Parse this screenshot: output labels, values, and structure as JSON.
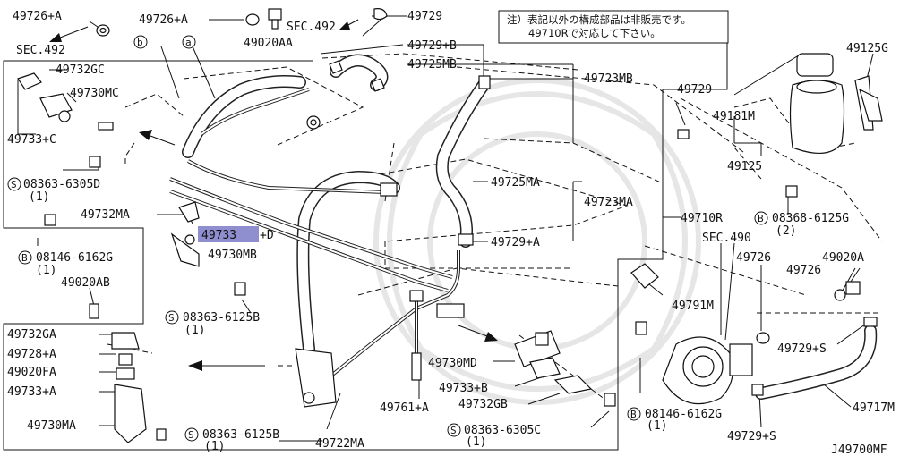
{
  "note": {
    "line1": "注）表記以外の構成部品は非販売です。",
    "line2": "49710Rで対応して下さい。"
  },
  "diagram_id": "J49700MF",
  "callouts": {
    "c_49726A_1": "49726+A",
    "c_sec492_1": "SEC.492",
    "c_49726A_2": "49726+A",
    "c_49020AA": "49020AA",
    "c_sec492_2": "SEC.492",
    "c_49729": "49729",
    "c_b": "b",
    "c_a": "a",
    "c_49729B": "49729+B",
    "c_49725MB": "49725MB",
    "c_49723MB": "49723MB",
    "c_49732GC": "49732GC",
    "c_49730MC": "49730MC",
    "c_49733C": "49733+C",
    "c_08363_6305D": "08363-6305D",
    "c_08363_6305D_q": "(1)",
    "c_49732MA": "49732MA",
    "c_49733D_code": "49733",
    "c_49733D_suffix": "+D",
    "c_49730MB": "49730MB",
    "c_08146_6162G_1": "08146-6162G",
    "c_08146_6162G_1_q": "(1)",
    "c_49020AB": "49020AB",
    "c_08363_6125B_1": "08363-6125B",
    "c_08363_6125B_1_q": "(1)",
    "c_49732GA": "49732GA",
    "c_49728A": "49728+A",
    "c_49020FA": "49020FA",
    "c_49733A": "49733+A",
    "c_49730MA": "49730MA",
    "c_08363_6125B_2": "08363-6125B",
    "c_08363_6125B_2_q": "(1)",
    "c_49722MA": "49722MA",
    "c_49761A": "49761+A",
    "c_49730MD": "49730MD",
    "c_49733B": "49733+B",
    "c_49732GB": "49732GB",
    "c_08363_6305C": "08363-6305C",
    "c_08363_6305C_q": "(1)",
    "c_49725MA": "49725MA",
    "c_49723MA": "49723MA",
    "c_49729A": "49729+A",
    "c_49710R": "49710R",
    "c_sec490": "SEC.490",
    "c_49729_r": "49729",
    "c_49181M": "49181M",
    "c_49125": "49125",
    "c_49125G": "49125G",
    "c_08368_6125G": "08368-6125G",
    "c_08368_6125G_q": "(2)",
    "c_49726": "49726",
    "c_49726_2": "49726",
    "c_49020A": "49020A",
    "c_49791M": "49791M",
    "c_49729S_1": "49729+S",
    "c_49717M": "49717M",
    "c_08146_6162G_2": "08146-6162G",
    "c_08146_6162G_2_q": "(1)",
    "c_49729S_2": "49729+S"
  },
  "symbols": {
    "S": "S",
    "B": "B"
  },
  "colors": {
    "highlight": "#8f8fd0",
    "ink": "#111111"
  }
}
